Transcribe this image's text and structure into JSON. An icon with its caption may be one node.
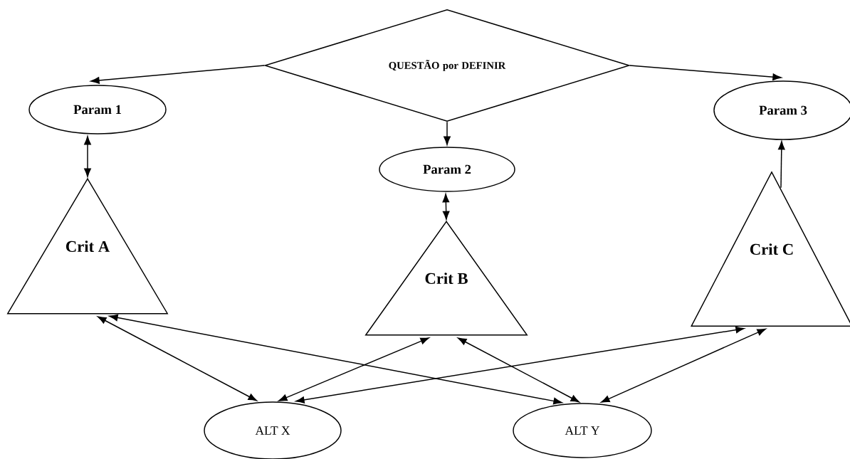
{
  "diagram": {
    "nodes": [
      {
        "text": [
          "QUESTÃO por DEFINIR"
        ]
      },
      {
        "text": [
          "Param 1"
        ]
      },
      {
        "text": [
          "Param 2"
        ]
      },
      {
        "text": [
          "Param 3"
        ]
      },
      {
        "text": [
          "Crit A"
        ]
      },
      {
        "text": [
          "Crit B"
        ]
      },
      {
        "text": [
          "Crit C"
        ]
      },
      {
        "text": [
          "ALT X"
        ]
      },
      {
        "text": [
          "ALT Y"
        ]
      }
    ],
    "edges": [
      {
        "from": 0,
        "to": 1,
        "arrow": "to"
      },
      {
        "from": 0,
        "to": 2,
        "arrow": "to"
      },
      {
        "from": 0,
        "to": 3,
        "arrow": "to"
      },
      {
        "from": 1,
        "to": 4,
        "arrow": "both"
      },
      {
        "from": 2,
        "to": 5,
        "arrow": "both"
      },
      {
        "from": 6,
        "to": 3,
        "arrow": "to"
      },
      {
        "from": 4,
        "to": 7,
        "arrow": "both"
      },
      {
        "from": 4,
        "to": 8,
        "arrow": "both"
      },
      {
        "from": 5,
        "to": 7,
        "arrow": "both"
      },
      {
        "from": 5,
        "to": 8,
        "arrow": "both"
      },
      {
        "from": 6,
        "to": 7,
        "arrow": "both"
      },
      {
        "from": 6,
        "to": 8,
        "arrow": "both"
      }
    ]
  }
}
